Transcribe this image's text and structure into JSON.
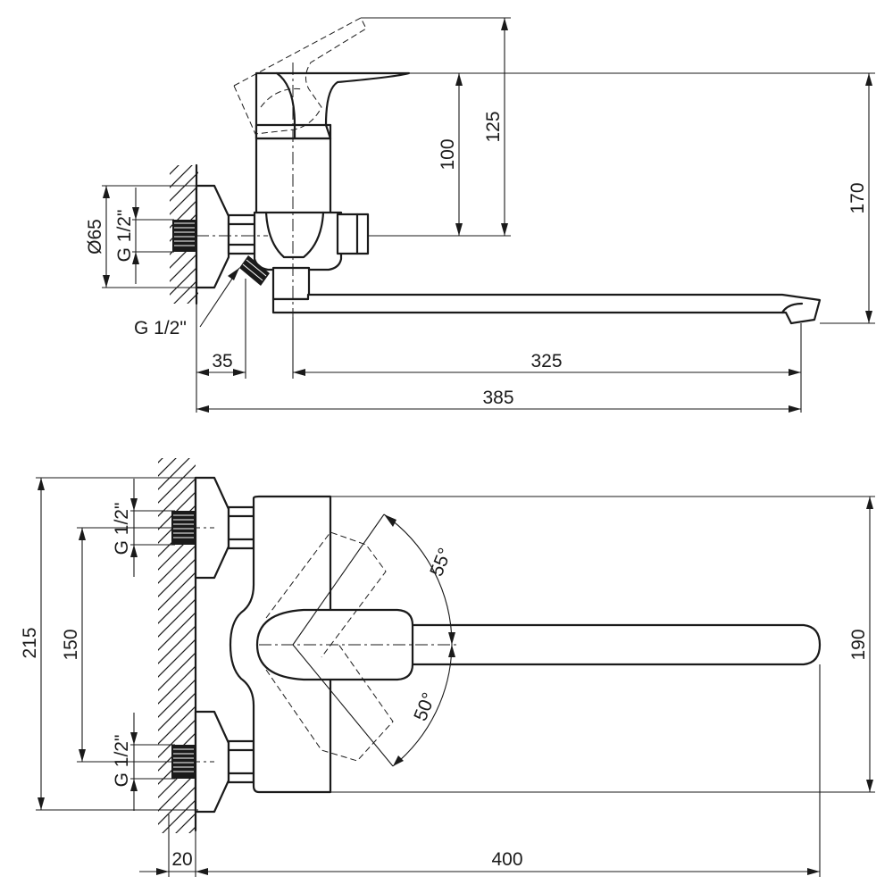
{
  "side_view": {
    "dim_handle_height": "125",
    "dim_spout_axis_height": "100",
    "dim_total_height": "170",
    "dim_flange_diameter": "Ø65",
    "thread_inlet": "G 1/2\"",
    "thread_outlet": "G 1/2\"",
    "dim_eccentric": "35",
    "dim_spout_reach": "325",
    "dim_total_depth": "385"
  },
  "top_view": {
    "dim_overall_height": "215",
    "dim_inlet_spacing": "150",
    "thread_upper": "G 1/2\"",
    "thread_lower": "G 1/2\"",
    "angle_upper": "55°",
    "angle_lower": "50°",
    "dim_body_height": "190",
    "dim_wall_offset": "20",
    "dim_spout_length": "400"
  }
}
